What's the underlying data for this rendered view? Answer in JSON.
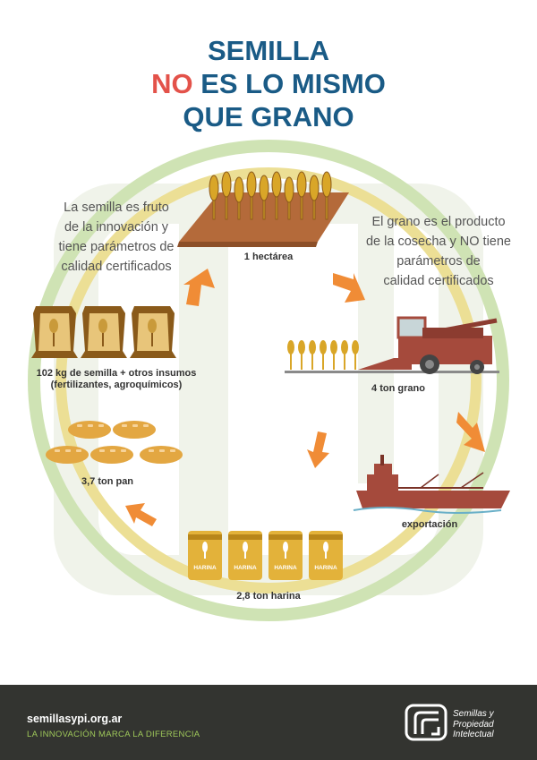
{
  "title": {
    "line1": "SEMILLA",
    "no": "NO",
    "line2_rest": " ES LO MISMO",
    "line3": "QUE GRANO"
  },
  "seed_text": {
    "line1": "La semilla es fruto",
    "line2": "de la innovación y",
    "line3": "tiene parámetros de",
    "line4": "calidad certificados"
  },
  "grain_text": {
    "line1": "El grano es el producto",
    "line2": "de la cosecha y NO tiene",
    "line3": "parámetros de",
    "line4": "calidad certificados"
  },
  "steps": {
    "hectare": "1 hectárea",
    "seed": "102 kg de semilla + otros insumos",
    "seed_sub": "(fertilizantes, agroquímicos)",
    "grain": "4 ton grano",
    "export": "exportación",
    "flour": "2,8 ton harina",
    "bread": "3,7 ton pan"
  },
  "flour_bag_label": "HARINA",
  "footer": {
    "website": "semillasypi.org.ar",
    "tagline": "LA INNOVACIÓN MARCA LA DIFERENCIA",
    "org_line1": "Semillas y",
    "org_line2": "Propiedad",
    "org_line3": "Intelectual"
  },
  "colors": {
    "title_blue": "#1a5b86",
    "title_red": "#e3524a",
    "arrow_orange": "#f08c36",
    "ring_green": "#cfe3b4",
    "ring_yellow": "#ecdf95",
    "wheat_gold": "#d9a628",
    "harvester_red": "#a54a3c",
    "footer_bg": "#333430",
    "tagline_green": "#9fc85a"
  }
}
